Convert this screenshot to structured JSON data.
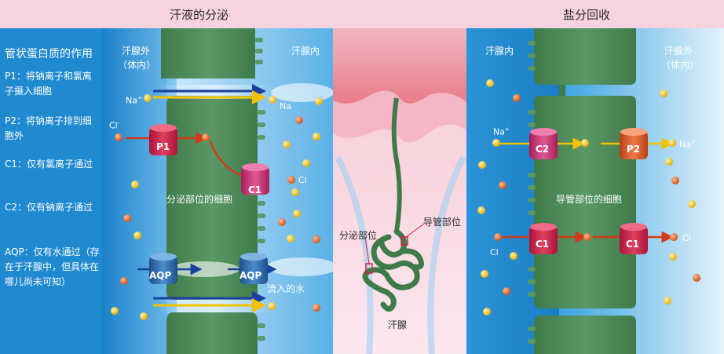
{
  "titles": {
    "left": "汗液的分泌",
    "right": "盐分回收"
  },
  "legend": {
    "heading": "管状蛋白质的作用",
    "items": [
      {
        "id": "P1",
        "text": "P1：将钠离子和氯离子摄入细胞"
      },
      {
        "id": "P2",
        "text": "P2：将钠离子排到细胞外"
      },
      {
        "id": "C1",
        "text": "C1：仅有氯离子通过"
      },
      {
        "id": "C2",
        "text": "C2：仅有钠离子通过"
      },
      {
        "id": "AQP",
        "text": "AQP：仅有水通过（存在于汗腺中，但具体在哪儿尚未可知）"
      }
    ]
  },
  "left_panel": {
    "outside_label_1": "汗腺外",
    "outside_label_2": "（体内）",
    "inside_label": "汗腺内",
    "cell_label": "分泌部位的细胞",
    "na": "Na",
    "na_sup": "+",
    "cl": "Cl",
    "cl_sup": "-",
    "channels": {
      "p1": "P1",
      "c1": "C1",
      "aqp1": "AQP",
      "aqp2": "AQP"
    },
    "water_label": "流入的水"
  },
  "center_panel": {
    "secretory_label": "分泌部位",
    "duct_label": "导管部位",
    "gland_label": "汗腺"
  },
  "right_panel": {
    "inside_label": "汗腺内",
    "outside_label_1": "汗腺外",
    "outside_label_2": "（体内）",
    "cell_label": "导管部位的细胞",
    "na": "Na",
    "na_sup": "+",
    "cl": "Cl",
    "channels": {
      "c2": "C2",
      "p2": "P2",
      "c1a": "C1",
      "c1b": "C1"
    }
  },
  "colors": {
    "banner": "#f7d2df",
    "cell_green": "#4f8a5a",
    "fluid_blue": "#1e8fd0",
    "na_yellow": "#f4c20d",
    "cl_orange": "#e0621c",
    "channel_red": "#d3204a",
    "channel_pink": "#cf3a78",
    "channel_blue": "#2d6fb0",
    "skin_pink": "#e78aa0"
  }
}
